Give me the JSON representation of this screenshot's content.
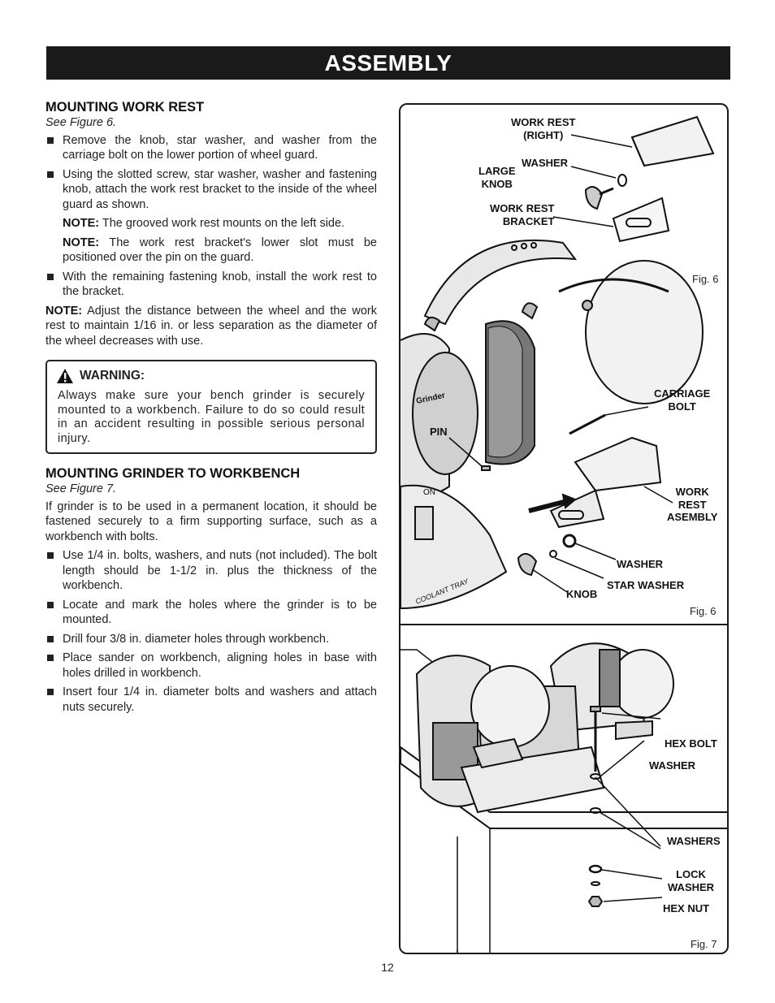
{
  "header": {
    "title": "ASSEMBLY"
  },
  "work_rest": {
    "heading": "MOUNTING WORK REST",
    "see": "See Figure 6.",
    "bullet1": "Remove the knob, star washer, and washer from the carriage bolt on the lower portion of wheel guard.",
    "bullet2": "Using the slotted screw, star washer, washer and fastening knob, attach the work rest bracket to the inside of the wheel guard as shown.",
    "note1_label": "NOTE:",
    "note1_text": " The grooved work rest mounts on the left side.",
    "note2_label": "NOTE:",
    "note2_text": " The work rest bracket's lower slot must be positioned over the pin on the guard.",
    "bullet3": "With the remaining fastening knob, install the work rest to the bracket.",
    "note3_label": "NOTE:",
    "note3_text": " Adjust the distance between the wheel and the work rest to maintain 1/16 in. or less separation as the diameter of the wheel decreases with use."
  },
  "warning": {
    "title": "WARNING:",
    "body": "Always make sure your bench grinder is securely mounted to a workbench. Failure to do so could result in an accident resulting in possible serious personal injury."
  },
  "workbench": {
    "heading": "MOUNTING GRINDER TO WORKBENCH",
    "see": "See Figure 7.",
    "intro": "If grinder is to be used in a permanent location, it should be fastened securely to a firm supporting surface, such as a workbench with bolts.",
    "bullet1": "Use 1/4 in. bolts, washers, and nuts (not included). The bolt length should be 1-1/2 in. plus the thickness of the workbench.",
    "bullet2": "Locate and mark the holes where the grinder is to be mounted.",
    "bullet3": "Drill four 3/8 in. diameter holes through workbench.",
    "bullet4": "Place sander on workbench, aligning holes in base with holes drilled in workbench.",
    "bullet5": "Insert four 1/4 in. diameter bolts and washers and attach nuts securely."
  },
  "fig6": {
    "work_rest_right": "WORK REST\n(RIGHT)",
    "washer_top": "WASHER",
    "large_knob": "LARGE\nKNOB",
    "work_rest_bracket": "WORK REST\nBRACKET",
    "caption_top": "Fig. 6",
    "carriage_bolt": "CARRIAGE\nBOLT",
    "pin": "PIN",
    "work_rest_assembly": "WORK\nREST\nASEMBLY",
    "washer_bottom": "WASHER",
    "star_washer": "STAR WASHER",
    "knob": "KNOB",
    "caption_bottom": "Fig. 6",
    "grinder_text": "Grinder",
    "on_text": "ON",
    "coolant_tray": "COOLANT TRAY"
  },
  "fig7": {
    "hex_bolt": "HEX BOLT",
    "washer": "WASHER",
    "washers": "WASHERS",
    "lock_washer": "LOCK\nWASHER",
    "hex_nut": "HEX NUT",
    "caption": "Fig. 7"
  },
  "page": {
    "number": "12"
  }
}
